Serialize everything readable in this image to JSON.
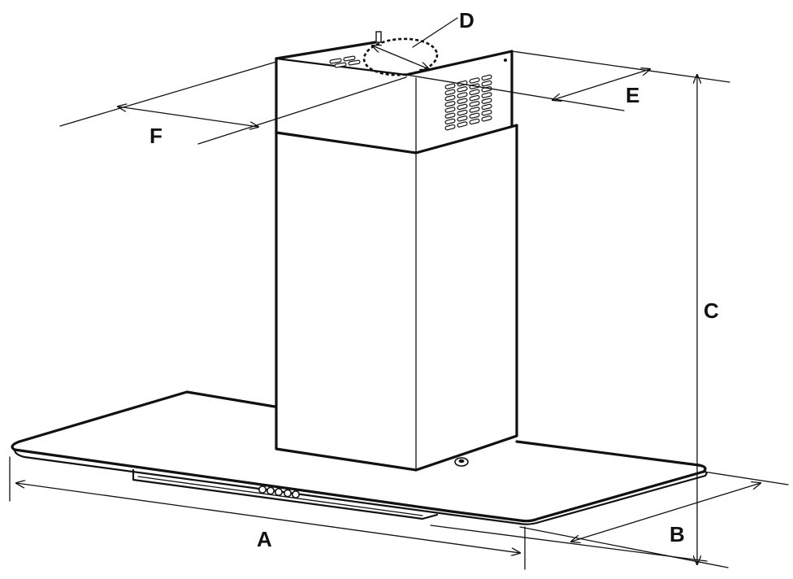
{
  "diagram": {
    "labels": {
      "a": "A",
      "b": "B",
      "c": "C",
      "d": "D",
      "e": "E",
      "f": "F"
    },
    "colors": {
      "line": "#111111",
      "background": "#ffffff"
    }
  }
}
